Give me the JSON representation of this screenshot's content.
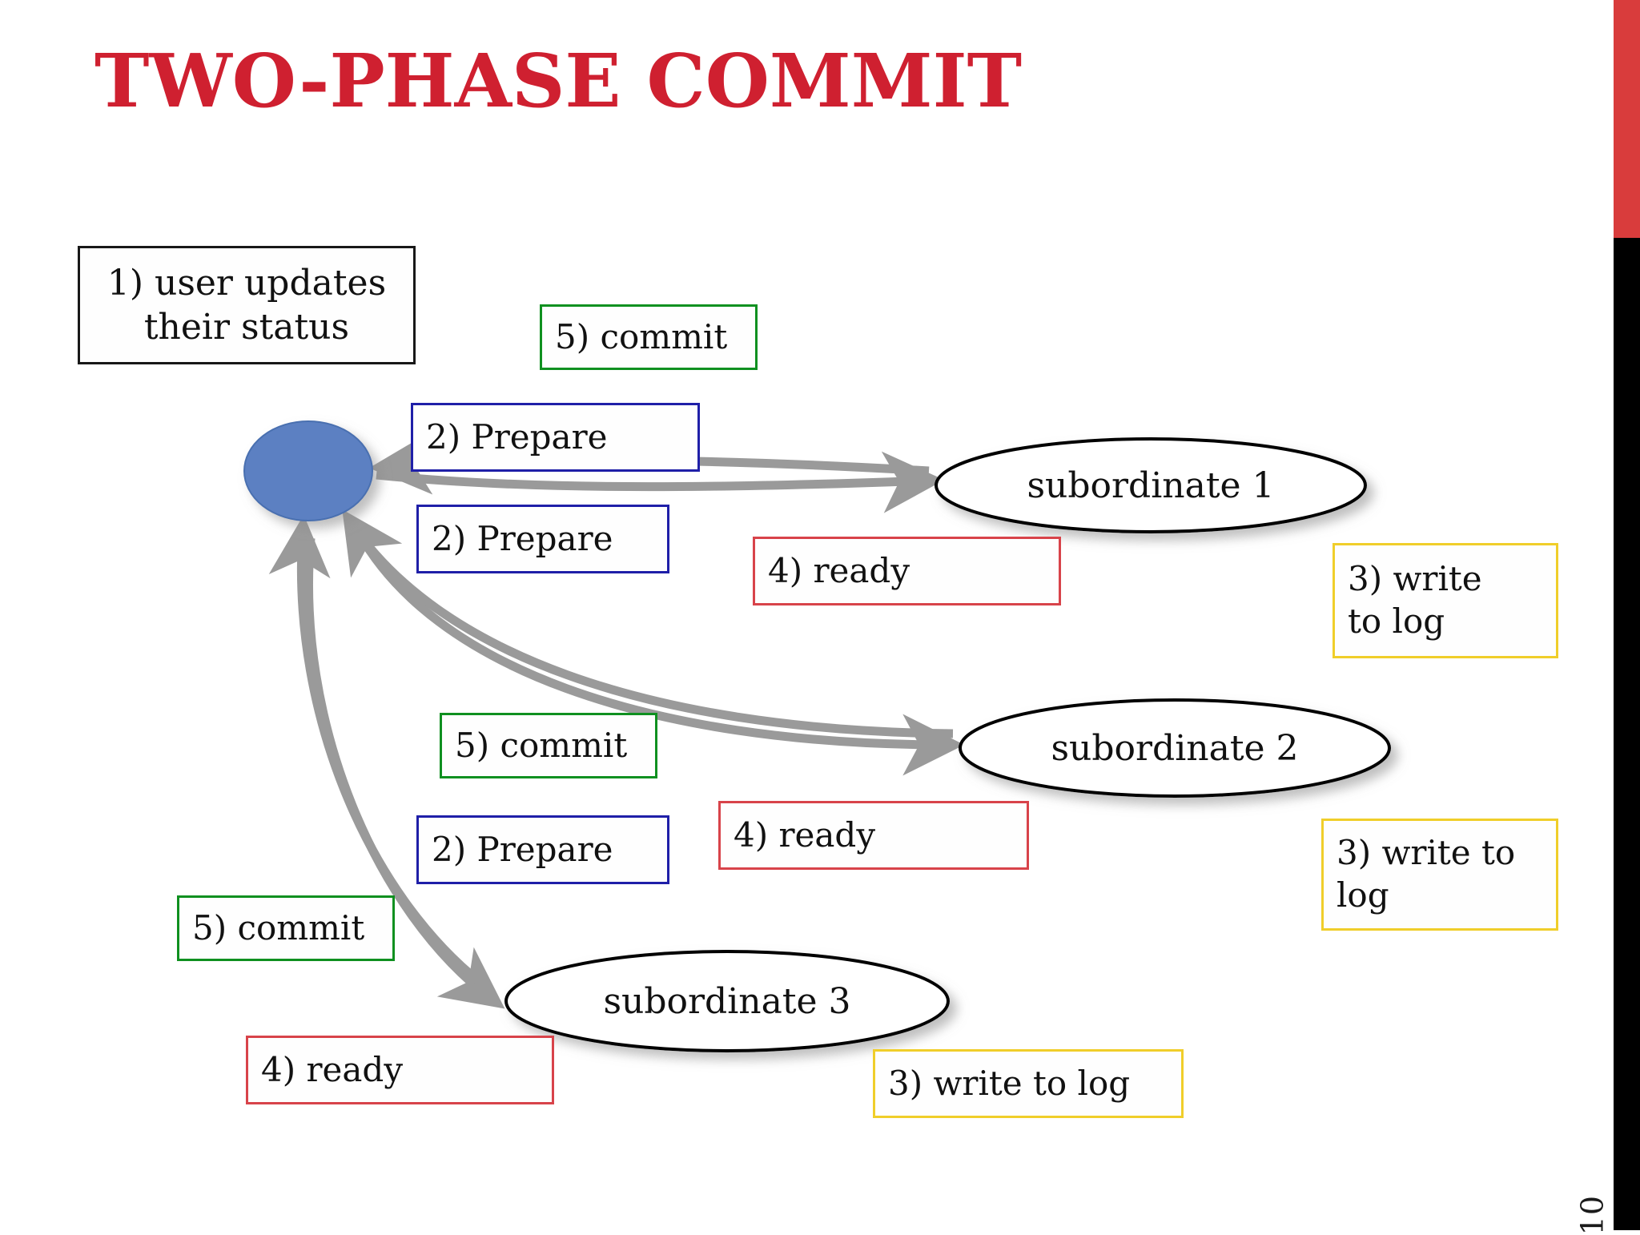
{
  "slide": {
    "title": "TWO-PHASE COMMIT",
    "page_number": "10",
    "accent_red": "#cf2030",
    "edge_red": "#d93c3c",
    "edge_black": "#000000",
    "background": "#ffffff"
  },
  "colors": {
    "black_border": "#181818",
    "green_border": "#0f9020",
    "blue_border": "#1f1fa8",
    "red_border": "#d8434a",
    "yellow_border": "#f0ce2a",
    "coordinator_fill": "#5b80c2",
    "coordinator_stroke": "#4a6fb0",
    "node_stroke": "#000000",
    "node_fill": "#ffffff",
    "arrow": "#9a9a9a"
  },
  "nodes": [
    {
      "id": "coordinator",
      "label": ""
    },
    {
      "id": "subordinate1",
      "label": "subordinate 1"
    },
    {
      "id": "subordinate2",
      "label": "subordinate 2"
    },
    {
      "id": "subordinate3",
      "label": "subordinate 3"
    }
  ],
  "labels": {
    "user_updates": "1) user updates\ntheir status",
    "commit_top": "5) commit",
    "prepare_1": "2) Prepare",
    "prepare_2": "2) Prepare",
    "prepare_3": "2) Prepare",
    "ready_1": "4) ready",
    "ready_2": "4) ready",
    "ready_3": "4) ready",
    "write_log_1": "3) write\nto log",
    "write_log_2": "3) write to\nlog",
    "write_log_3": "3) write to log",
    "commit_mid": "5) commit",
    "commit_bottom": "5) commit"
  }
}
